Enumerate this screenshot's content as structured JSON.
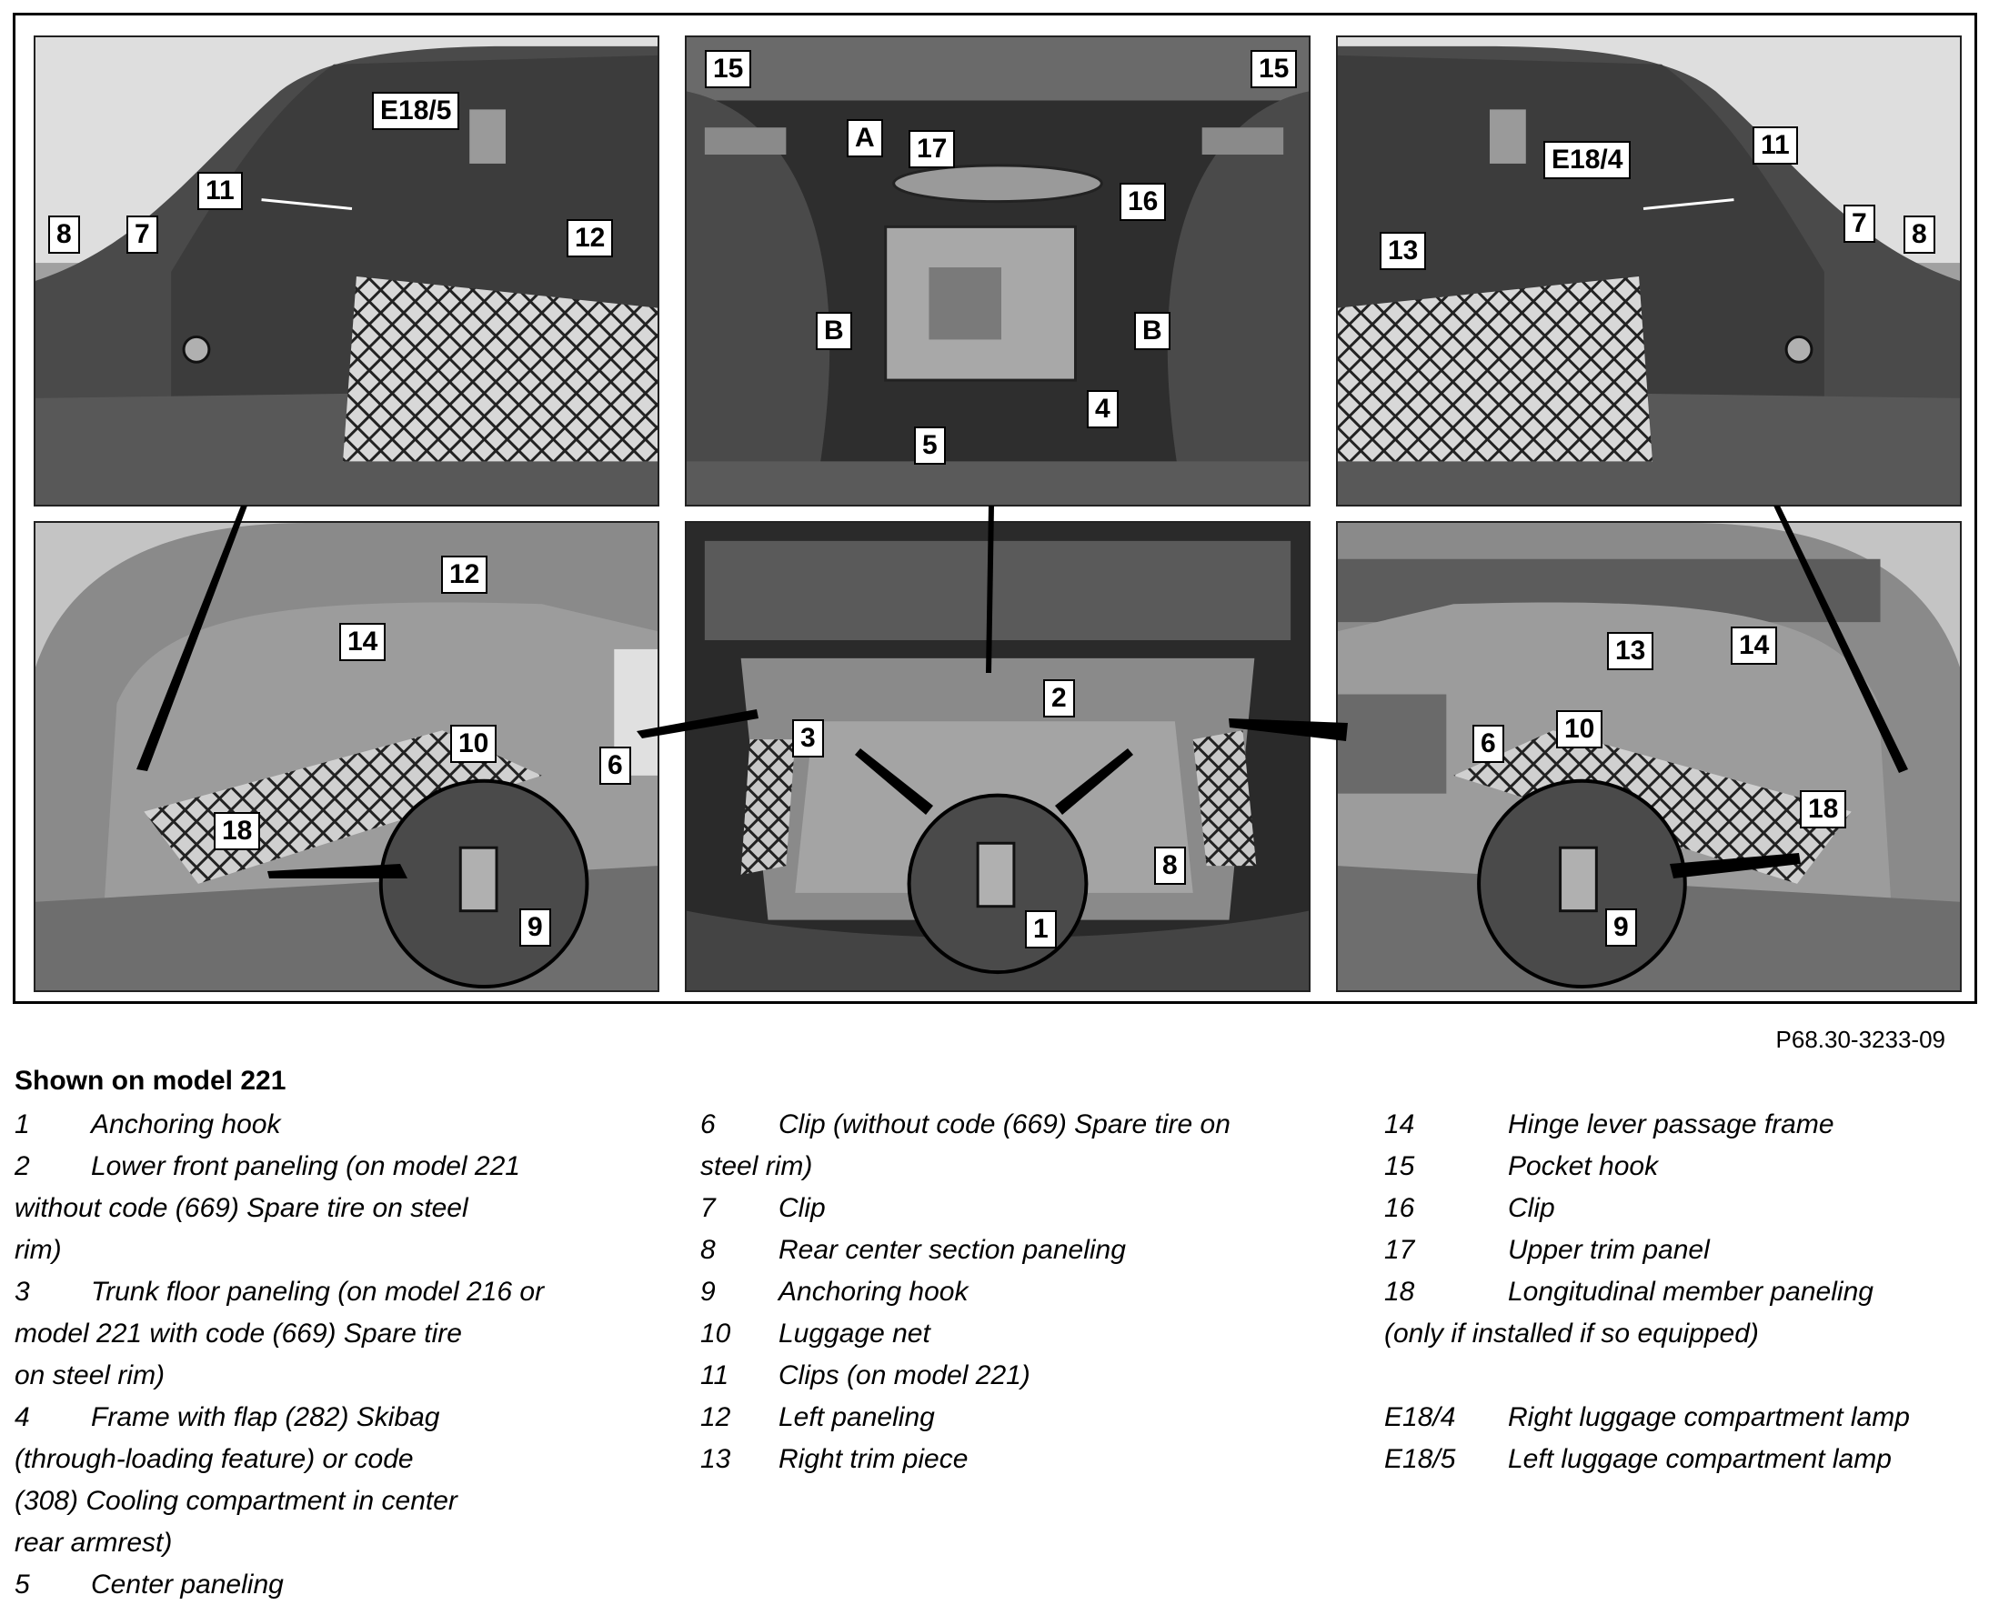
{
  "figure_id": "P68.30-3233-09",
  "callouts": {
    "p1": {
      "e18_5": "E18/5",
      "n11": "11",
      "n8": "8",
      "n7": "7",
      "n12": "12"
    },
    "p2": {
      "n15a": "15",
      "n15b": "15",
      "a": "A",
      "n17": "17",
      "n16": "16",
      "b1": "B",
      "b2": "B",
      "n4": "4",
      "n5": "5"
    },
    "p3": {
      "e18_4": "E18/4",
      "n11": "11",
      "n13": "13",
      "n7": "7",
      "n8": "8"
    },
    "p4": {
      "n12": "12",
      "n14": "14",
      "n10": "10",
      "n6": "6",
      "n18": "18",
      "n9": "9"
    },
    "p5": {
      "n2": "2",
      "n3": "3",
      "n8": "8",
      "n1": "1"
    },
    "p6": {
      "n13": "13",
      "n14": "14",
      "n6": "6",
      "n10": "10",
      "n18": "18",
      "n9": "9"
    }
  },
  "caption": {
    "title": "Shown on model 221",
    "col1": [
      {
        "num": "1",
        "text": "Anchoring hook"
      },
      {
        "num": "2",
        "text": "Lower front paneling (on model 221"
      },
      {
        "num": "",
        "text": "without code (669) Spare tire on steel"
      },
      {
        "num": "",
        "text": "rim)"
      },
      {
        "num": "3",
        "text": "Trunk floor paneling (on model 216 or"
      },
      {
        "num": "",
        "text": "model 221 with code (669) Spare tire"
      },
      {
        "num": "",
        "text": "on steel rim)"
      },
      {
        "num": "4",
        "text": "Frame with flap (282) Skibag"
      },
      {
        "num": "",
        "text": "(through-loading feature) or code"
      },
      {
        "num": "",
        "text": "(308) Cooling compartment in center"
      },
      {
        "num": "",
        "text": "rear armrest)"
      },
      {
        "num": "5",
        "text": "Center paneling"
      }
    ],
    "col2": [
      {
        "num": "6",
        "text": "Clip (without code (669) Spare tire on"
      },
      {
        "num": "",
        "text": "steel rim)"
      },
      {
        "num": "7",
        "text": "Clip"
      },
      {
        "num": "8",
        "text": "Rear center section paneling"
      },
      {
        "num": "9",
        "text": "Anchoring hook"
      },
      {
        "num": "10",
        "text": "Luggage net"
      },
      {
        "num": "11",
        "text": "Clips (on model 221)"
      },
      {
        "num": "12",
        "text": "Left paneling"
      },
      {
        "num": "13",
        "text": "Right trim piece"
      }
    ],
    "col3": [
      {
        "num": "14",
        "text": "Hinge lever passage frame"
      },
      {
        "num": "15",
        "text": "Pocket hook"
      },
      {
        "num": "16",
        "text": "Clip"
      },
      {
        "num": "17",
        "text": "Upper trim panel"
      },
      {
        "num": "18",
        "text": "Longitudinal member paneling"
      },
      {
        "num": "",
        "text": "(only if installed if so equipped)"
      }
    ],
    "col3b": [
      {
        "num": "E18/4",
        "text": "Right luggage compartment lamp"
      },
      {
        "num": "E18/5",
        "text": "Left luggage compartment lamp"
      }
    ]
  }
}
